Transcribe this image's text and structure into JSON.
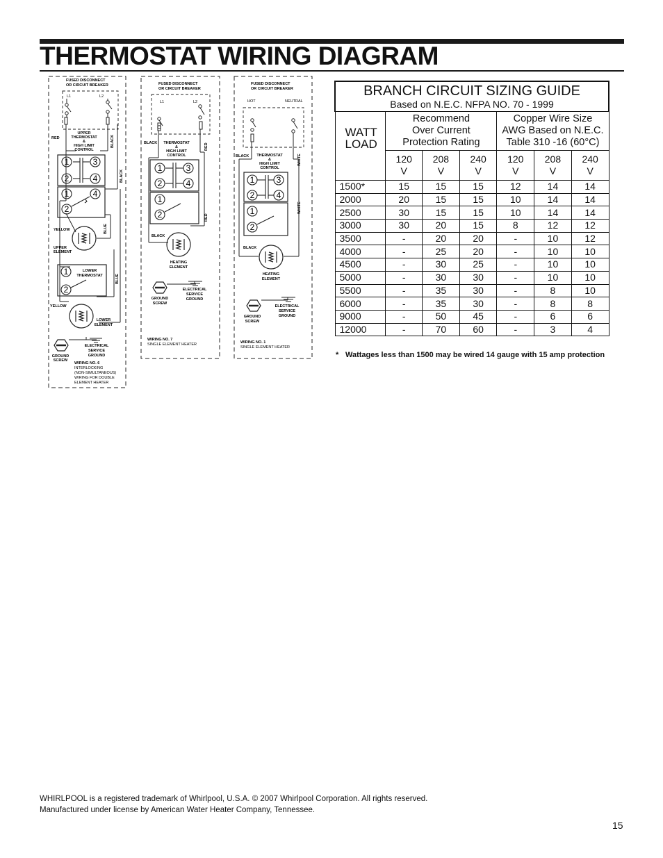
{
  "page": {
    "title": "THERMOSTAT WIRING DIAGRAM",
    "page_number": "15",
    "legal_line1": "WHIRLPOOL is a registered trademark of Whirlpool, U.S.A. © 2007 Whirlpool Corporation. All rights reserved.",
    "legal_line2": "Manufactured under license by American Water Heater Company, Tennessee."
  },
  "diagram6": {
    "fused1": "FUSED DISCONNECT",
    "fused2": "OR CIRCUIT BREAKER",
    "l1": "L1",
    "l2": "L2",
    "red": "RED",
    "black1": "BLACK",
    "black2": "BLACK",
    "upper1": "UPPER",
    "upper2": "THERMOSTAT",
    "upper3": "&",
    "upper4": "HIGH LIMIT",
    "upper5": "CONTROL",
    "yellow1": "YELLOW",
    "blue1": "BLUE",
    "ue1": "UPPER",
    "ue2": "ELEMENT",
    "lt1": "LOWER",
    "lt2": "THERMOSTAT",
    "blue2": "BLUE",
    "yellow2": "YELLOW",
    "le1": "LOWER",
    "le2": "ELEMENT",
    "gs1": "GROUND",
    "gs2": "SCREW",
    "esg1": "ELECTRICAL",
    "esg2": "SERVICE",
    "esg3": "GROUND",
    "n1": "1",
    "n2": "2",
    "n3": "3",
    "n4": "4",
    "w1": "WIRING NO. 6",
    "w2": "INTERLOCKING",
    "w3": "(NON-SIMULTANEOUS)",
    "w4": "WIRING FOR DOUBLE",
    "w5": "ELEMENT HEATER"
  },
  "diagram7": {
    "fused1": "FUSED DISCONNECT",
    "fused2": "OR CIRCUIT BREAKER",
    "l1": "L1",
    "l2": "L2",
    "black1": "BLACK",
    "t1": "THERMOSTAT",
    "t2": "&",
    "t3": "HIGH LIMIT",
    "t4": "CONTROL",
    "red1": "RED",
    "red2": "RED",
    "black2": "BLACK",
    "he1": "HEATING",
    "he2": "ELEMENT",
    "gs1": "GROUND",
    "gs2": "SCREW",
    "esg1": "ELECTRICAL",
    "esg2": "SERVICE",
    "esg3": "GROUND",
    "n1": "1",
    "n2": "2",
    "n3": "3",
    "n4": "4",
    "w1": "WIRING NO. 7",
    "w2": "SINGLE ELEMENT HEATER"
  },
  "diagram1": {
    "fused1": "FUSED DISCONNECT",
    "fused2": "OR CIRCUIT BREAKER",
    "hot": "HOT",
    "neutral": "NEUTRAL",
    "black1": "BLACK",
    "t1": "THERMOSTAT",
    "t2": "&",
    "t3": "HIGH LIMIT",
    "t4": "CONTROL",
    "white1": "WHITE",
    "white2": "WHITE",
    "black2": "BLACK",
    "he1": "HEATING",
    "he2": "ELEMENT",
    "gs1": "GROUND",
    "gs2": "SCREW",
    "esg1": "ELECTRICAL",
    "esg2": "SERVICE",
    "esg3": "GROUND",
    "n1": "1",
    "n2": "2",
    "n3": "3",
    "n4": "4",
    "w1": "WIRING NO. 1",
    "w2": "SINGLE ELEMENT HEATER"
  },
  "guide": {
    "title": "BRANCH CIRCUIT SIZING GUIDE",
    "subtitle": "Based on N.E.C. NFPA NO. 70 - 1999",
    "watt1": "WATT",
    "watt2": "LOAD",
    "g1a": "Recommend",
    "g1b": "Over Current",
    "g1c": "Protection Rating",
    "g2a": "Copper Wire Size",
    "g2b": "AWG Based on N.E.C.",
    "g2c": "Table 310 -16 (60°C)",
    "v1n": "120",
    "v2n": "208",
    "v3n": "240",
    "v4n": "120",
    "v5n": "208",
    "v6n": "240",
    "vu": "V",
    "rows": [
      [
        "1500*",
        "15",
        "15",
        "15",
        "12",
        "14",
        "14"
      ],
      [
        "2000",
        "20",
        "15",
        "15",
        "10",
        "14",
        "14"
      ],
      [
        "2500",
        "30",
        "15",
        "15",
        "10",
        "14",
        "14"
      ],
      [
        "3000",
        "30",
        "20",
        "15",
        "8",
        "12",
        "12"
      ],
      [
        "3500",
        "-",
        "20",
        "20",
        "-",
        "10",
        "12"
      ],
      [
        "4000",
        "-",
        "25",
        "20",
        "-",
        "10",
        "10"
      ],
      [
        "4500",
        "-",
        "30",
        "25",
        "-",
        "10",
        "10"
      ],
      [
        "5000",
        "-",
        "30",
        "30",
        "-",
        "10",
        "10"
      ],
      [
        "5500",
        "-",
        "35",
        "30",
        "-",
        "8",
        "10"
      ],
      [
        "6000",
        "-",
        "35",
        "30",
        "-",
        "8",
        "8"
      ],
      [
        "9000",
        "-",
        "50",
        "45",
        "-",
        "6",
        "6"
      ],
      [
        "12000",
        "-",
        "70",
        "60",
        "-",
        "3",
        "4"
      ]
    ],
    "footnote_star": "*",
    "footnote": "Wattages less than 1500 may be wired 14 gauge with 15 amp protection"
  }
}
